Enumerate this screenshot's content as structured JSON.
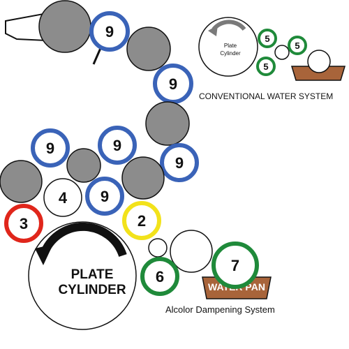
{
  "labels": {
    "conventional_system": "CONVENTIONAL WATER SYSTEM",
    "alcolor_system": "Alcolor Dampening System",
    "plate_cylinder_main_line1": "PLATE",
    "plate_cylinder_main_line2": "CYLINDER",
    "plate_cylinder_small_line1": "Plate",
    "plate_cylinder_small_line2": "Cylinder",
    "water_pan": "WATER PAN"
  },
  "roller_numbers": {
    "ink_top": "9",
    "ink_right_1": "9",
    "ink_right_2": "9",
    "ink_left_row": "9",
    "ink_mid_row": "9",
    "ink_lower": "9",
    "form_roller_3": "3",
    "form_roller_4": "4",
    "form_roller_2": "2",
    "pan_roller_6": "6",
    "pan_roller_7": "7",
    "conv_roller_a": "5",
    "conv_roller_b": "5",
    "conv_roller_c": "5"
  },
  "colors": {
    "ink_roller_outline": "#3a63b8",
    "form_roller_red": "#e0261b",
    "form_roller_yellow": "#f2e21b",
    "dampening_green": "#1f8a3a",
    "steel_roller_gray": "#8c8c8c",
    "water_pan_brown": "#a8643a"
  }
}
